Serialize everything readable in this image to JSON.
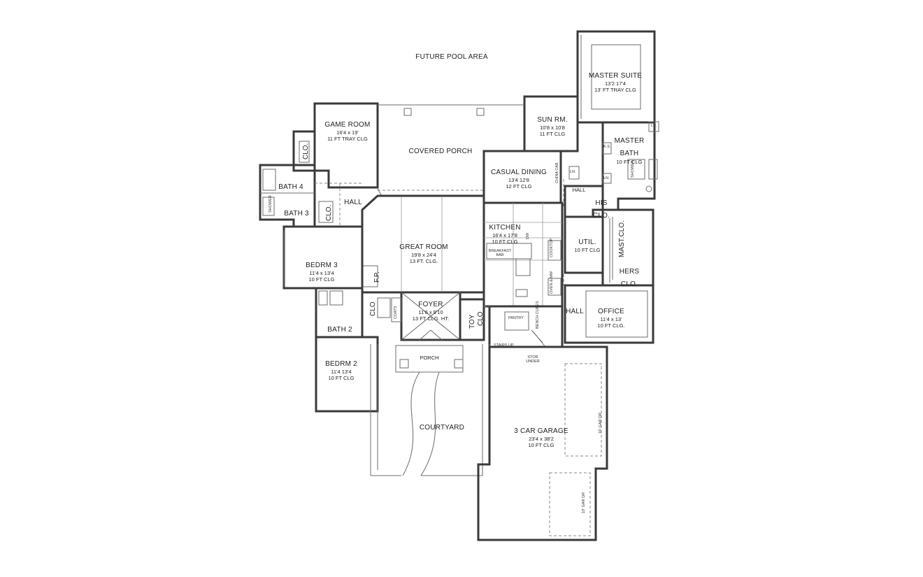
{
  "plan": {
    "future_pool": "FUTURE POOL AREA",
    "rooms": {
      "master_suite": {
        "name": "MASTER SUITE",
        "dim": "13'2  17'4",
        "clg": "13' FT  TRAY CLG"
      },
      "sun_room": {
        "name": "SUN RM.",
        "dim": "10'8 x 10'8",
        "clg": "11 FT CLG"
      },
      "game_room": {
        "name": "GAME ROOM",
        "dim": "16'4 x 19'",
        "clg": "11 FT TRAY CLG"
      },
      "covered_porch": {
        "name": "COVERED PORCH"
      },
      "casual_dining": {
        "name": "CASUAL DINING",
        "dim": "13'4  12'8",
        "clg": "12 FT CLG"
      },
      "master_bath": {
        "name": "MASTER",
        "name2": "BATH",
        "clg": "10 FT CLG"
      },
      "bath4": {
        "name": "BATH 4"
      },
      "bath3": {
        "name": "BATH 3"
      },
      "hall_left": {
        "name": "HALL"
      },
      "hall_kitchen": {
        "name": "HALL"
      },
      "his_clo": {
        "name": "HIS",
        "name2": "CLO."
      },
      "kitchen": {
        "name": "KITCHEN",
        "dim": "16'4 x 17'8",
        "clg": "10 FT CLG"
      },
      "great_room": {
        "name": "GREAT ROOM",
        "dim": "19'8 x 24'4",
        "clg": "13 FT. CLG."
      },
      "util": {
        "name": "UTIL.",
        "clg": "10 FT CLG"
      },
      "mast_clo": {
        "name": "MAST.CLO."
      },
      "hers_clo": {
        "name": "HERS",
        "name2": "CLO."
      },
      "bedrm3": {
        "name": "BEDRM 3",
        "dim": "11'4 x 13'4",
        "clg": "10 FT CLG"
      },
      "fp": {
        "name": "F.P."
      },
      "foyer": {
        "name": "FOYER",
        "dim": "11'6 x 9'10",
        "clg": "13 FT CLG. HT."
      },
      "toy_clo": {
        "name": "TOY",
        "name2": "CLO"
      },
      "hall_office": {
        "name": "HALL"
      },
      "office": {
        "name": "OFFICE",
        "dim": "11'4 x 13'",
        "clg": "10 FT CLG."
      },
      "bath2": {
        "name": "BATH 2"
      },
      "bedrm2": {
        "name": "BEDRM 2",
        "dim": "11'4  13'4",
        "clg": "10 FT CLG"
      },
      "porch": {
        "name": "PORCH"
      },
      "courtyard": {
        "name": "COURTYARD"
      },
      "garage": {
        "name": "3 CAR GARAGE",
        "dim": "23'4 x 38'2",
        "clg": "10 FT CLG"
      }
    },
    "small": {
      "clo": "CLO.",
      "clo_b": "CLO",
      "ln": "LN.",
      "ks": "K.S.",
      "coats": "COATS",
      "pantry": "PANTRY",
      "stairs_up": "STAIRS UP",
      "stor_under": "STOR UNDER",
      "breakfast_bar": "BREAKFAST BAR",
      "cooktop": "COOKTOP",
      "oven_mw": "OVEN & MW",
      "china_cab": "CHINA CAB",
      "dw": "DW",
      "bench_cubes": "BENCH CUBES",
      "shower": "SHOWER",
      "gar_dr_16": "16' GAR DR",
      "gar_dr_10": "10' GAR DR"
    }
  }
}
